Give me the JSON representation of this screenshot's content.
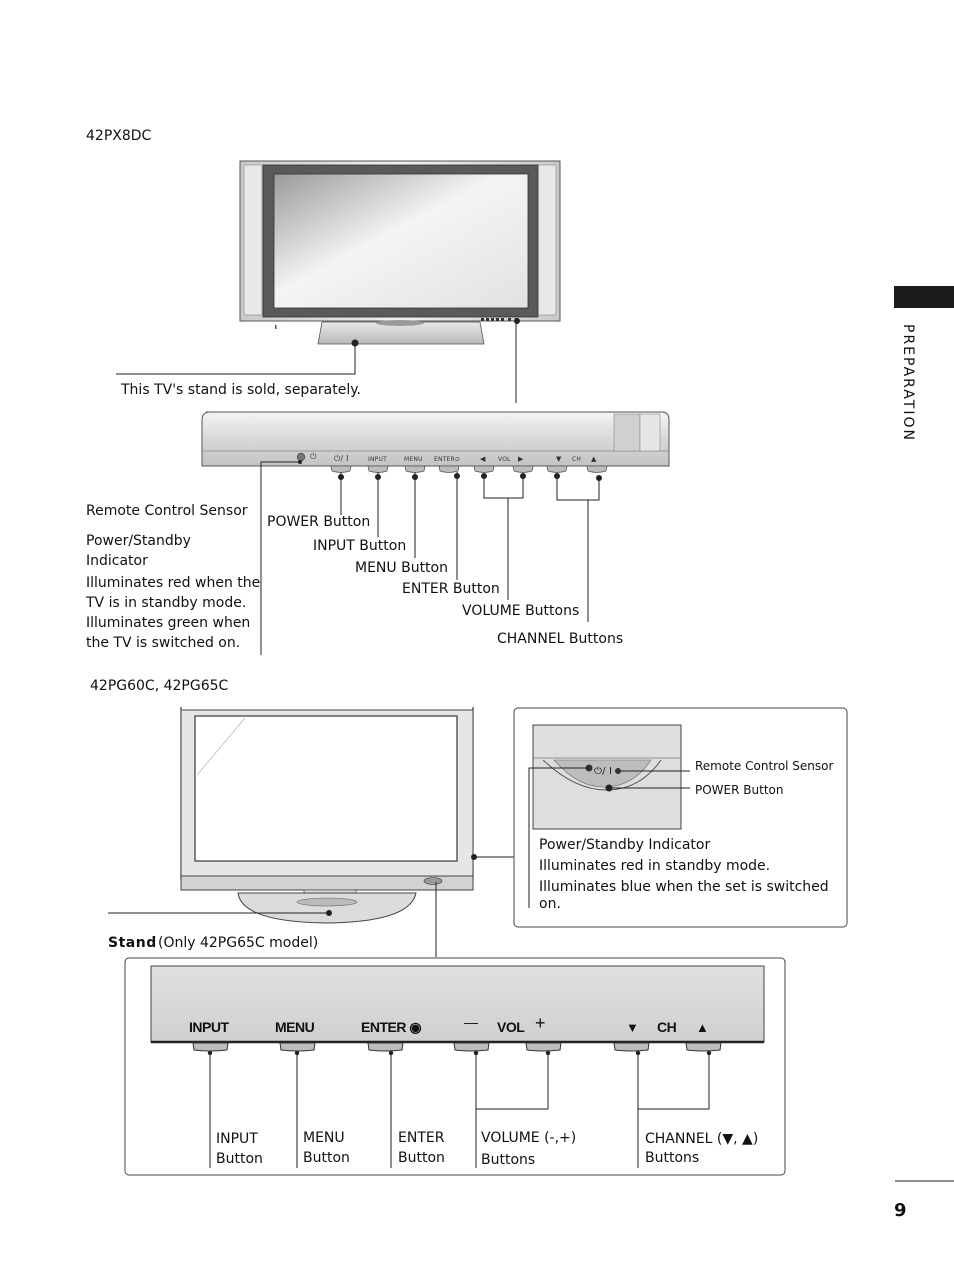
{
  "side_tab": {
    "label": "PREPARATION"
  },
  "page_number": "9",
  "model1": {
    "name": "42PX8DC",
    "stand_note": "This TV's stand is sold, separately.",
    "panel_labels": {
      "power": "⏻/ I",
      "input": "INPUT",
      "menu": "MENU",
      "enter": "ENTER⊙",
      "vol_left": "◀",
      "vol": "VOL",
      "vol_right": "▶",
      "ch_down": "▼",
      "ch": "CH",
      "ch_up": "▲",
      "sensor": "⏻"
    },
    "callouts": {
      "remote_sensor": "Remote Control Sensor",
      "power_indicator_title_1": "Power/Standby",
      "power_indicator_title_2": "Indicator",
      "power_indicator_desc_1": "Illuminates red when the",
      "power_indicator_desc_2": "TV is in standby mode.",
      "power_indicator_desc_3": "Illuminates green when",
      "power_indicator_desc_4": "the TV is switched on.",
      "power_button": "POWER Button",
      "input_button": "INPUT Button",
      "menu_button": "MENU Button",
      "enter_button": "ENTER Button",
      "volume_buttons": "VOLUME Buttons",
      "channel_buttons": "CHANNEL Buttons"
    }
  },
  "model2": {
    "name": "42PG60C, 42PG65C",
    "stand_label": "Stand",
    "stand_note": "(Only 42PG65C  model)",
    "inset": {
      "power_symbol": "⏻/ I",
      "remote_sensor": "Remote Control Sensor",
      "power_button": "POWER Button",
      "indicator_title": "Power/Standby Indicator",
      "indicator_desc_1": "Illuminates red in standby mode.",
      "indicator_desc_2a": "Illuminates blue when the set is switched",
      "indicator_desc_2b": "on."
    },
    "panel_labels": {
      "input": "INPUT",
      "menu": "MENU",
      "enter": "ENTER ◉",
      "vol_minus": "—",
      "vol": "VOL",
      "vol_plus": "+",
      "ch_down": "▼",
      "ch": "CH",
      "ch_up": "▲"
    },
    "callouts": {
      "input_1": "INPUT",
      "input_2": "Button",
      "menu_1": "MENU",
      "menu_2": "Button",
      "enter_1": "ENTER",
      "enter_2": "Button",
      "volume_1": "VOLUME (-,+)",
      "volume_2": "Buttons",
      "channel_1": "CHANNEL (▼, ▲)",
      "channel_2": "Buttons"
    }
  }
}
